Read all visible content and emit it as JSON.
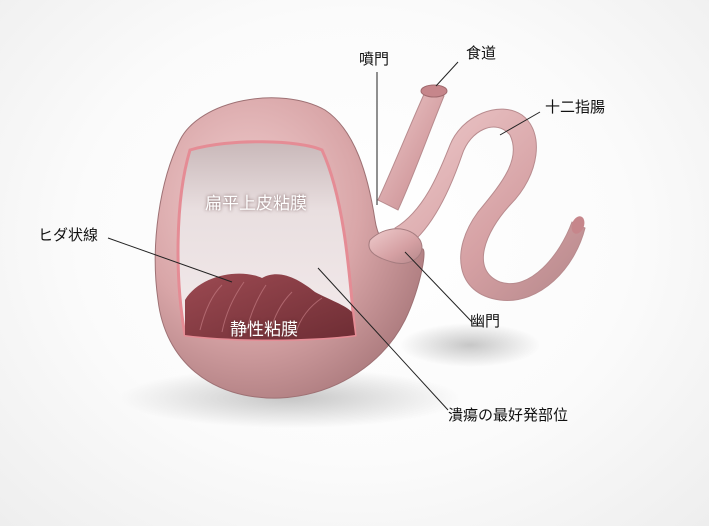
{
  "labels": {
    "cardia": "噴門",
    "esophagus": "食道",
    "duodenum": "十二指腸",
    "squamous_epithelium": "扁平上皮粘膜",
    "zigzag_line": "ヒダ状線",
    "pylorus": "幽門",
    "gastric_mucosa": "静性粘膜",
    "ulcer_site": "潰瘍の最好発部位"
  },
  "colors": {
    "stomach_outer": "#d9a6a8",
    "stomach_shadow": "#b27f82",
    "mucosa_light": "#e8d4d5",
    "mucosa_dark": "#8a3d44",
    "rim": "#e58c95",
    "leader_line": "#222222"
  }
}
